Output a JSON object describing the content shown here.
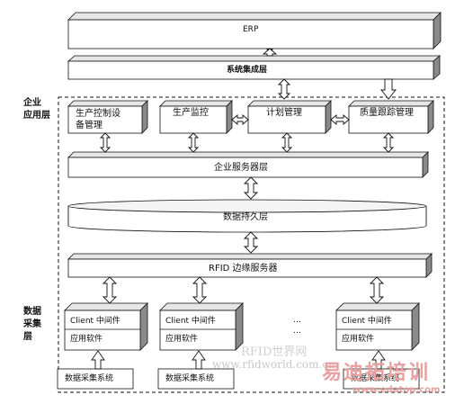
{
  "layers": {
    "enterprise_label": "企业\n应用层",
    "collection_label": "数据\n采集\n层"
  },
  "boxes": {
    "erp": "ERP",
    "integration": "系统集成层",
    "production_control": "生产控制设\n备管理",
    "production_monitor": "生产监控",
    "planning": "计划管理",
    "quality": "质量跟踪管理",
    "enterprise_server": "企业服务器层",
    "persistence": "数据持久层",
    "rfid_edge": "RFID 边缘服务器"
  },
  "clients": [
    {
      "line1": "Client 中间件",
      "line2": "应用软件",
      "system": "数据采集系统"
    },
    {
      "line1": "Client 中间件",
      "line2": "应用软件",
      "system": "数据采集系统"
    },
    {
      "line1": "Client 中间件",
      "line2": "应用软件",
      "system": "数据采集系统"
    }
  ],
  "ellipsis": "…\n…",
  "watermark": {
    "site_cn": "RFID世界网",
    "site_url": "www.rfidworld.com.cn",
    "brand": "易迪拓培训",
    "brand_url": "www.edatop.com"
  }
}
